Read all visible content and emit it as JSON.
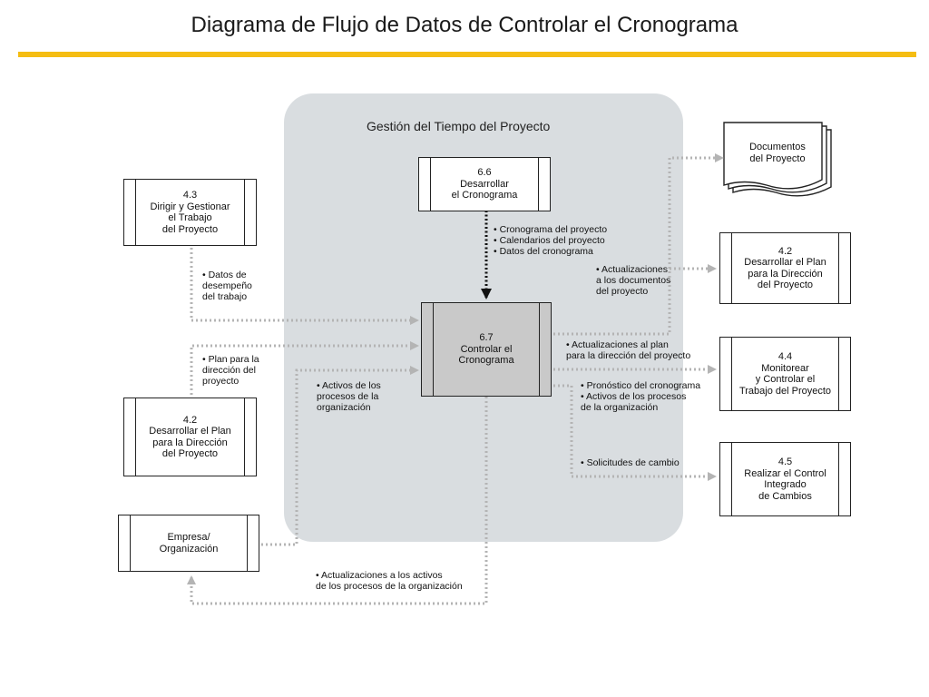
{
  "page": {
    "title": "Diagrama de Flujo de Datos de Controlar el Cronograma",
    "accent_color": "#f5bd12"
  },
  "region": {
    "title": "Gestión del Tiempo del Proyecto",
    "fill": "#d9dde0"
  },
  "processes": {
    "p66": {
      "number": "6.6",
      "name": "Desarrollar\nel Cronograma"
    },
    "p67": {
      "number": "6.7",
      "name": "Controlar el\nCronograma"
    }
  },
  "entities": {
    "dirigir": {
      "number": "4.3",
      "name": "Dirigir y Gestionar\nel Trabajo\ndel Proyecto"
    },
    "plan_left": {
      "number": "4.2",
      "name": "Desarrollar el Plan\npara la Dirección\ndel Proyecto"
    },
    "empresa": {
      "name": "Empresa/\nOrganización"
    },
    "documentos": {
      "name": "Documentos\ndel Proyecto"
    },
    "plan_right": {
      "number": "4.2",
      "name": "Desarrollar el Plan\npara la Dirección\ndel Proyecto"
    },
    "monitorear": {
      "number": "4.4",
      "name": "Monitorear\ny Controlar el\nTrabajo del Proyecto"
    },
    "realizar": {
      "number": "4.5",
      "name": "Realizar el Control\nIntegrado\nde Cambios"
    }
  },
  "flows": {
    "from_66": "• Cronograma del proyecto\n• Calendarios del proyecto\n• Datos del cronograma",
    "datos_desempeno": "• Datos de\n   desempeño\n   del trabajo",
    "plan_direccion": "• Plan para la\n   dirección del\n   proyecto",
    "activos_org": "• Activos de los\n   procesos de la\n   organización",
    "act_documentos": "• Actualizaciones\n   a los documentos\n   del proyecto",
    "act_plan": "• Actualizaciones al plan\n   para la dirección del proyecto",
    "pronostico": "• Pronóstico del cronograma\n• Activos de los procesos\n   de la organización",
    "solicitudes": "• Solicitudes de cambio",
    "act_activos": "• Actualizaciones a los activos\n   de los procesos de la organización"
  },
  "colors": {
    "flow": "#b4b4b4",
    "main_flow": "#111111",
    "process_fill": "#c9c9c9"
  }
}
